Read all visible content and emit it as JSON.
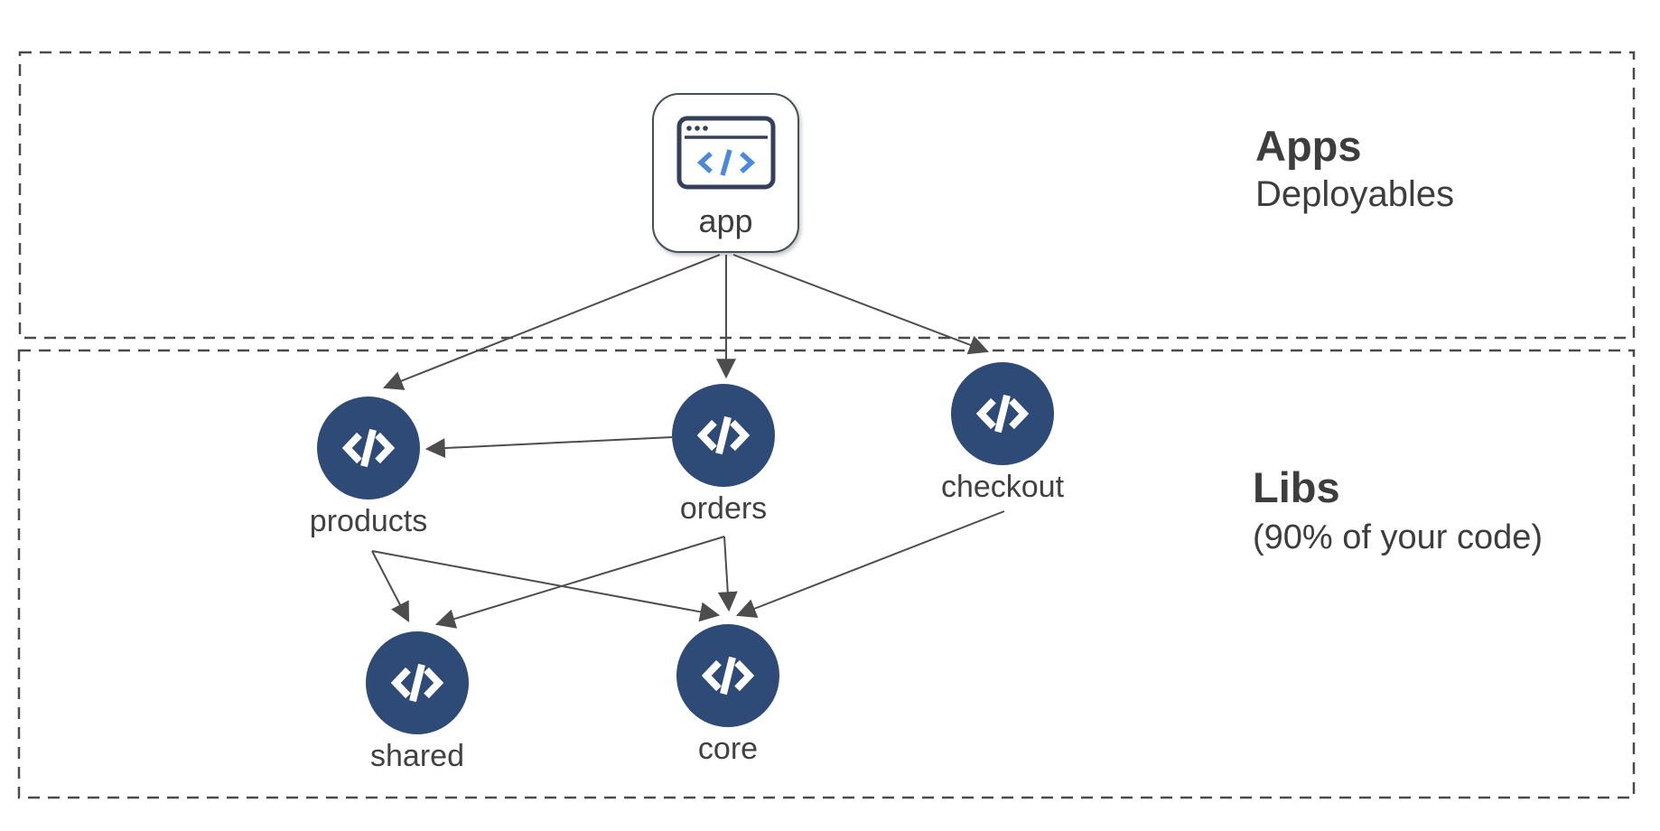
{
  "diagram": {
    "regions": [
      {
        "id": "apps",
        "title": "Apps",
        "subtitle": "Deployables"
      },
      {
        "id": "libs",
        "title": "Libs",
        "subtitle": "(90% of your code)"
      }
    ],
    "nodes": [
      {
        "id": "app",
        "label": "app",
        "type": "application",
        "region": "apps",
        "icon": "browser-code-icon"
      },
      {
        "id": "products",
        "label": "products",
        "type": "library",
        "region": "libs",
        "icon": "code-icon"
      },
      {
        "id": "orders",
        "label": "orders",
        "type": "library",
        "region": "libs",
        "icon": "code-icon"
      },
      {
        "id": "checkout",
        "label": "checkout",
        "type": "library",
        "region": "libs",
        "icon": "code-icon"
      },
      {
        "id": "shared",
        "label": "shared",
        "type": "library",
        "region": "libs",
        "icon": "code-icon"
      },
      {
        "id": "core",
        "label": "core",
        "type": "library",
        "region": "libs",
        "icon": "code-icon"
      }
    ],
    "edges": [
      {
        "from": "app",
        "to": "products"
      },
      {
        "from": "app",
        "to": "orders"
      },
      {
        "from": "app",
        "to": "checkout"
      },
      {
        "from": "orders",
        "to": "products"
      },
      {
        "from": "products",
        "to": "shared"
      },
      {
        "from": "products",
        "to": "core"
      },
      {
        "from": "orders",
        "to": "shared"
      },
      {
        "from": "orders",
        "to": "core"
      },
      {
        "from": "checkout",
        "to": "core"
      }
    ],
    "colors": {
      "lib_node_fill": "#2e4a76",
      "icon_accent_blue": "#4a89dc",
      "edge_stroke": "#4d4d4d",
      "dashed_border": "#4a4a4a",
      "text": "#3d3d3d",
      "background": "#ffffff"
    }
  }
}
